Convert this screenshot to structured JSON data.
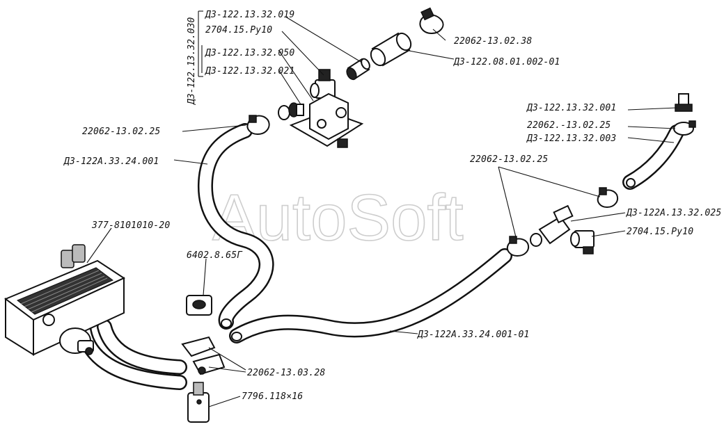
{
  "watermark": "AutoSoft",
  "labels": {
    "assembly_030": "ДЗ-122.13.32.030",
    "p019": "ДЗ-122.13.32.019",
    "p2704_top": "2704.15.Ру10",
    "p050": "ДЗ-122.13.32.050",
    "p021": "ДЗ-122.13.32.021",
    "clamp_top": "22062-13.02.38",
    "hose_short": "ДЗ-122.08.01.002-01",
    "clamp_left": "22062-13.02.25",
    "hose_001": "ДЗ-122А.33.24.001",
    "p001": "ДЗ-122.13.32.001",
    "clamp_right_top": "22062.-13.02.25",
    "p003": "ДЗ-122.13.32.003",
    "clamp_right": "22062-13.02.25",
    "p025": "ДЗ-122А.13.32.025",
    "p2704_right": "2704.15.Ру10",
    "heater": "377-8101010-20",
    "washer": "6402.8.65Г",
    "clamp_bottom": "22062-13.03.28",
    "bolt": "7796.118×16",
    "hose_001_01": "ДЗ-122А.33.24.001-01"
  }
}
